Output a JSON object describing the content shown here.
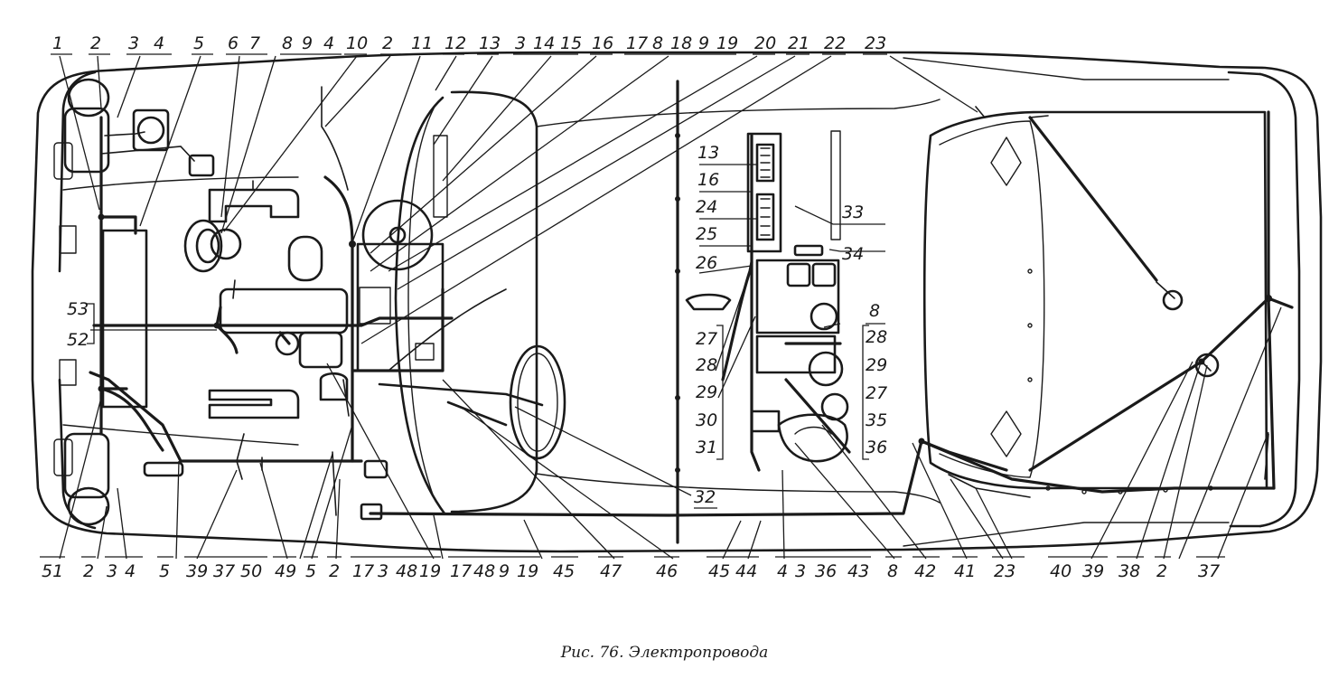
{
  "caption": "Рис. 76. Электропровода",
  "callouts_top": [
    "1",
    "2",
    "3",
    "4",
    "5",
    "6",
    "7",
    "8",
    "9",
    "4",
    "10",
    "2",
    "11",
    "12",
    "13",
    "3",
    "14",
    "15",
    "16",
    "17",
    "8",
    "18",
    "9",
    "19",
    "20",
    "21",
    "22",
    "23"
  ],
  "callouts_bottom": [
    "51",
    "2",
    "3",
    "4",
    "5",
    "39",
    "37",
    "50",
    "49",
    "5",
    "2",
    "17",
    "3",
    "48",
    "19",
    "17",
    "48",
    "9",
    "19",
    "45",
    "47",
    "46",
    "45",
    "44",
    "4",
    "3",
    "36",
    "43",
    "8",
    "42",
    "41",
    "23",
    "40",
    "39",
    "38",
    "2",
    "37"
  ],
  "callouts_left": [
    "53",
    "52"
  ],
  "callouts_center_left": [
    "13",
    "16",
    "24",
    "25",
    "26"
  ],
  "callouts_center_group_left": [
    "27",
    "28",
    "29",
    "30",
    "31"
  ],
  "callouts_center_right": [
    "33",
    "34",
    "8",
    "28",
    "29",
    "27",
    "35",
    "36"
  ],
  "callout_center_bottom": "32"
}
